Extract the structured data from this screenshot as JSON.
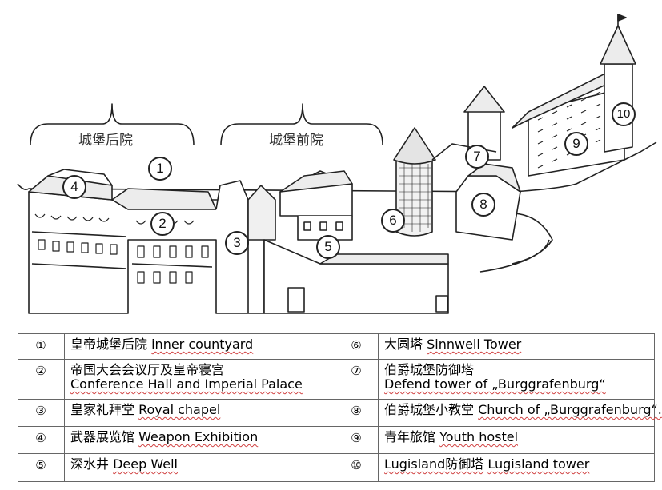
{
  "sections": {
    "rear": "城堡后院",
    "front": "城堡前院"
  },
  "markers": [
    "①",
    "②",
    "③",
    "④",
    "⑤",
    "⑥",
    "⑦",
    "⑧",
    "⑨",
    "⑩"
  ],
  "markers_small": [
    "1",
    "2",
    "3",
    "4",
    "5",
    "6",
    "7",
    "8",
    "9",
    "10"
  ],
  "legend": [
    {
      "num": "①",
      "cn": "皇帝城堡后院",
      "en": "inner countyard"
    },
    {
      "num": "⑥",
      "cn": "大圆塔",
      "en": "Sinnwell Tower"
    },
    {
      "num": "②",
      "cn": "帝国大会会议厅及皇帝寝宫",
      "en": "Conference Hall and Imperial Palace"
    },
    {
      "num": "⑦",
      "cn": "伯爵城堡防御塔",
      "en": "Defend tower of „Burggrafenburg“"
    },
    {
      "num": "③",
      "cn": "皇家礼拜堂",
      "en": "Royal chapel"
    },
    {
      "num": "⑧",
      "cn": "伯爵城堡小教堂",
      "en": "Church of „Burggrafenburg“."
    },
    {
      "num": "④",
      "cn": "武器展览馆",
      "en": "Weapon Exhibition"
    },
    {
      "num": "⑨",
      "cn": "青年旅馆",
      "en": "Youth hostel"
    },
    {
      "num": "⑤",
      "cn": "深水井",
      "en": "Deep Well"
    },
    {
      "num": "⑩",
      "cn": "Lugisland防御塔",
      "en": "Lugisland tower"
    }
  ],
  "colors": {
    "line": "#222222",
    "roof": "#e8e8e8",
    "underline": "#d04040"
  }
}
